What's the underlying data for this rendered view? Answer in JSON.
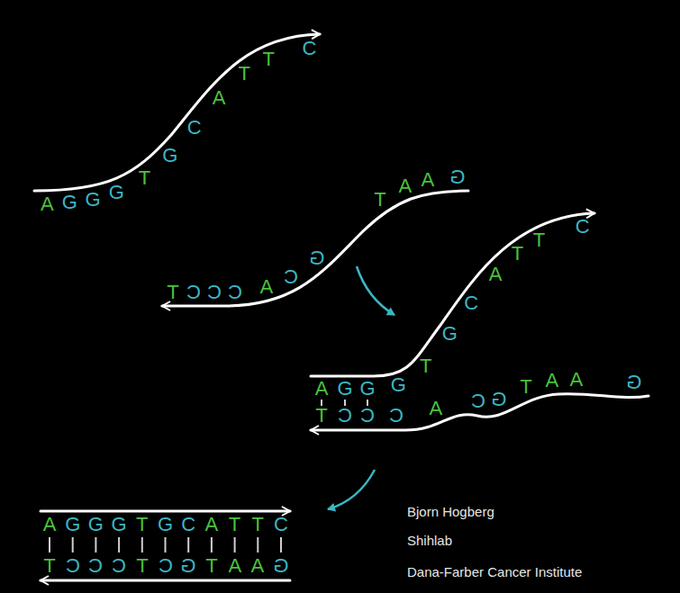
{
  "diagram": {
    "labels": [
      "A",
      "G",
      "G",
      "G",
      "T",
      "G",
      "C",
      "A",
      "T",
      "T",
      "C",
      "T",
      "C",
      "C",
      "C",
      "A",
      "C",
      "G",
      "T",
      "A",
      "A",
      "G",
      "A",
      "G",
      "G",
      "G",
      "T",
      "G",
      "C",
      "A",
      "T",
      "T",
      "C",
      "T",
      "C",
      "C",
      "C",
      "A",
      "C",
      "G",
      "T",
      "A",
      "A",
      "G",
      "A",
      "G",
      "G",
      "G",
      "T",
      "G",
      "C",
      "A",
      "T",
      "T",
      "C",
      "T",
      "C",
      "C",
      "C",
      "T",
      "C",
      "G",
      "T",
      "A",
      "A",
      "G",
      "Bjorn Hogberg",
      "Shihlab",
      "Dana-Farber Cancer Institute"
    ]
  }
}
